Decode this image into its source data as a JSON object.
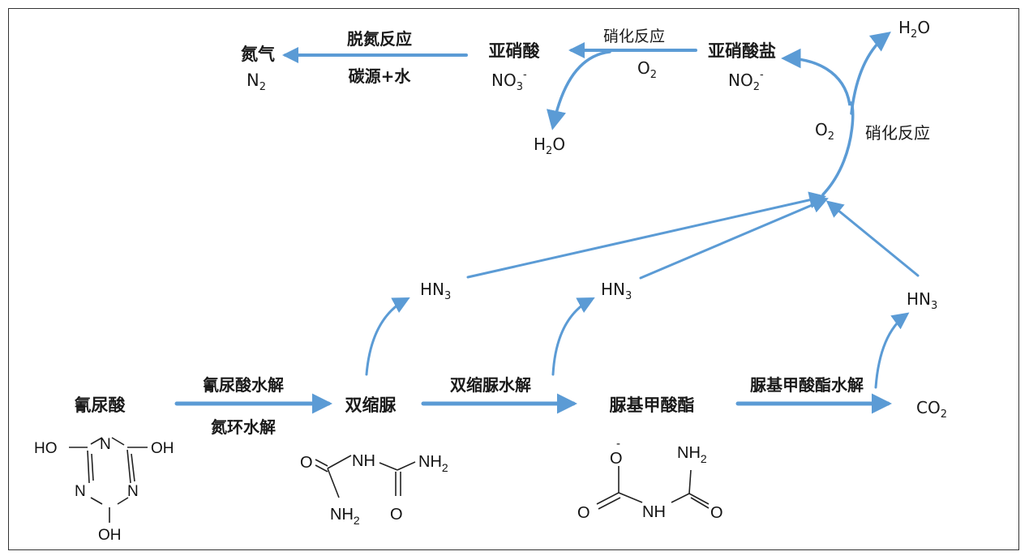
{
  "colors": {
    "arrow": "#5b9bd5",
    "text": "#1a1a1a",
    "frame": "#333333"
  },
  "labels": {
    "cyanuric_acid": "氰尿酸",
    "biuret": "双缩脲",
    "allophanate": "脲基甲酸酯",
    "co2_main": "CO",
    "co2_sub": "2",
    "hydrolysis_1": "氰尿酸水解",
    "ring_hydrolysis": "氮环水解",
    "hydrolysis_2": "双缩脲水解",
    "hydrolysis_3": "脲基甲酸酯水解",
    "hn3_main": "HN",
    "hn3_sub": "3",
    "nitrite": "亚硝酸盐",
    "no2_main": "NO",
    "no2_sub": "2",
    "no2_sup": "-",
    "nitrous_acid": "亚硝酸",
    "no3_main": "NO",
    "no3_sub": "3",
    "no3_sup": "-",
    "nitrogen": "氮气",
    "n2_main": "N",
    "n2_sub": "2",
    "denitrification": "脱氮反应",
    "carbon_water": "碳源+水",
    "nitrification_1": "硝化反应",
    "nitrification_2": "硝化反应",
    "o2_main": "O",
    "o2_sub": "2",
    "h2o_h": "H",
    "h2o_sub": "2",
    "h2o_o": "O"
  },
  "chem": {
    "ho": "HO",
    "oh": "OH",
    "n": "N",
    "o": "O",
    "nh": "NH",
    "nh2_main": "NH",
    "nh2_sub": "2",
    "o_minus": "O",
    "minus": "-"
  }
}
